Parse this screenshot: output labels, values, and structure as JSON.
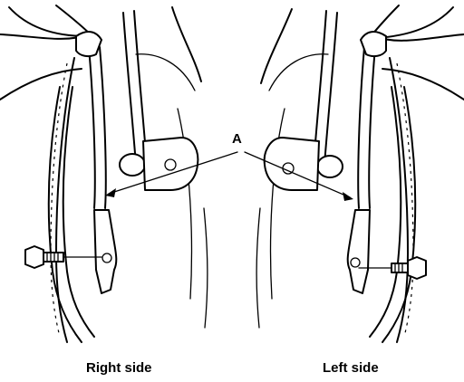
{
  "figure": {
    "callout_label": "A",
    "captions": {
      "right_side": "Right side",
      "left_side": "Left side"
    }
  },
  "icons": [
    "right-side-assembly-icon",
    "left-side-assembly-icon",
    "bolt-icon",
    "bracket-icon"
  ]
}
